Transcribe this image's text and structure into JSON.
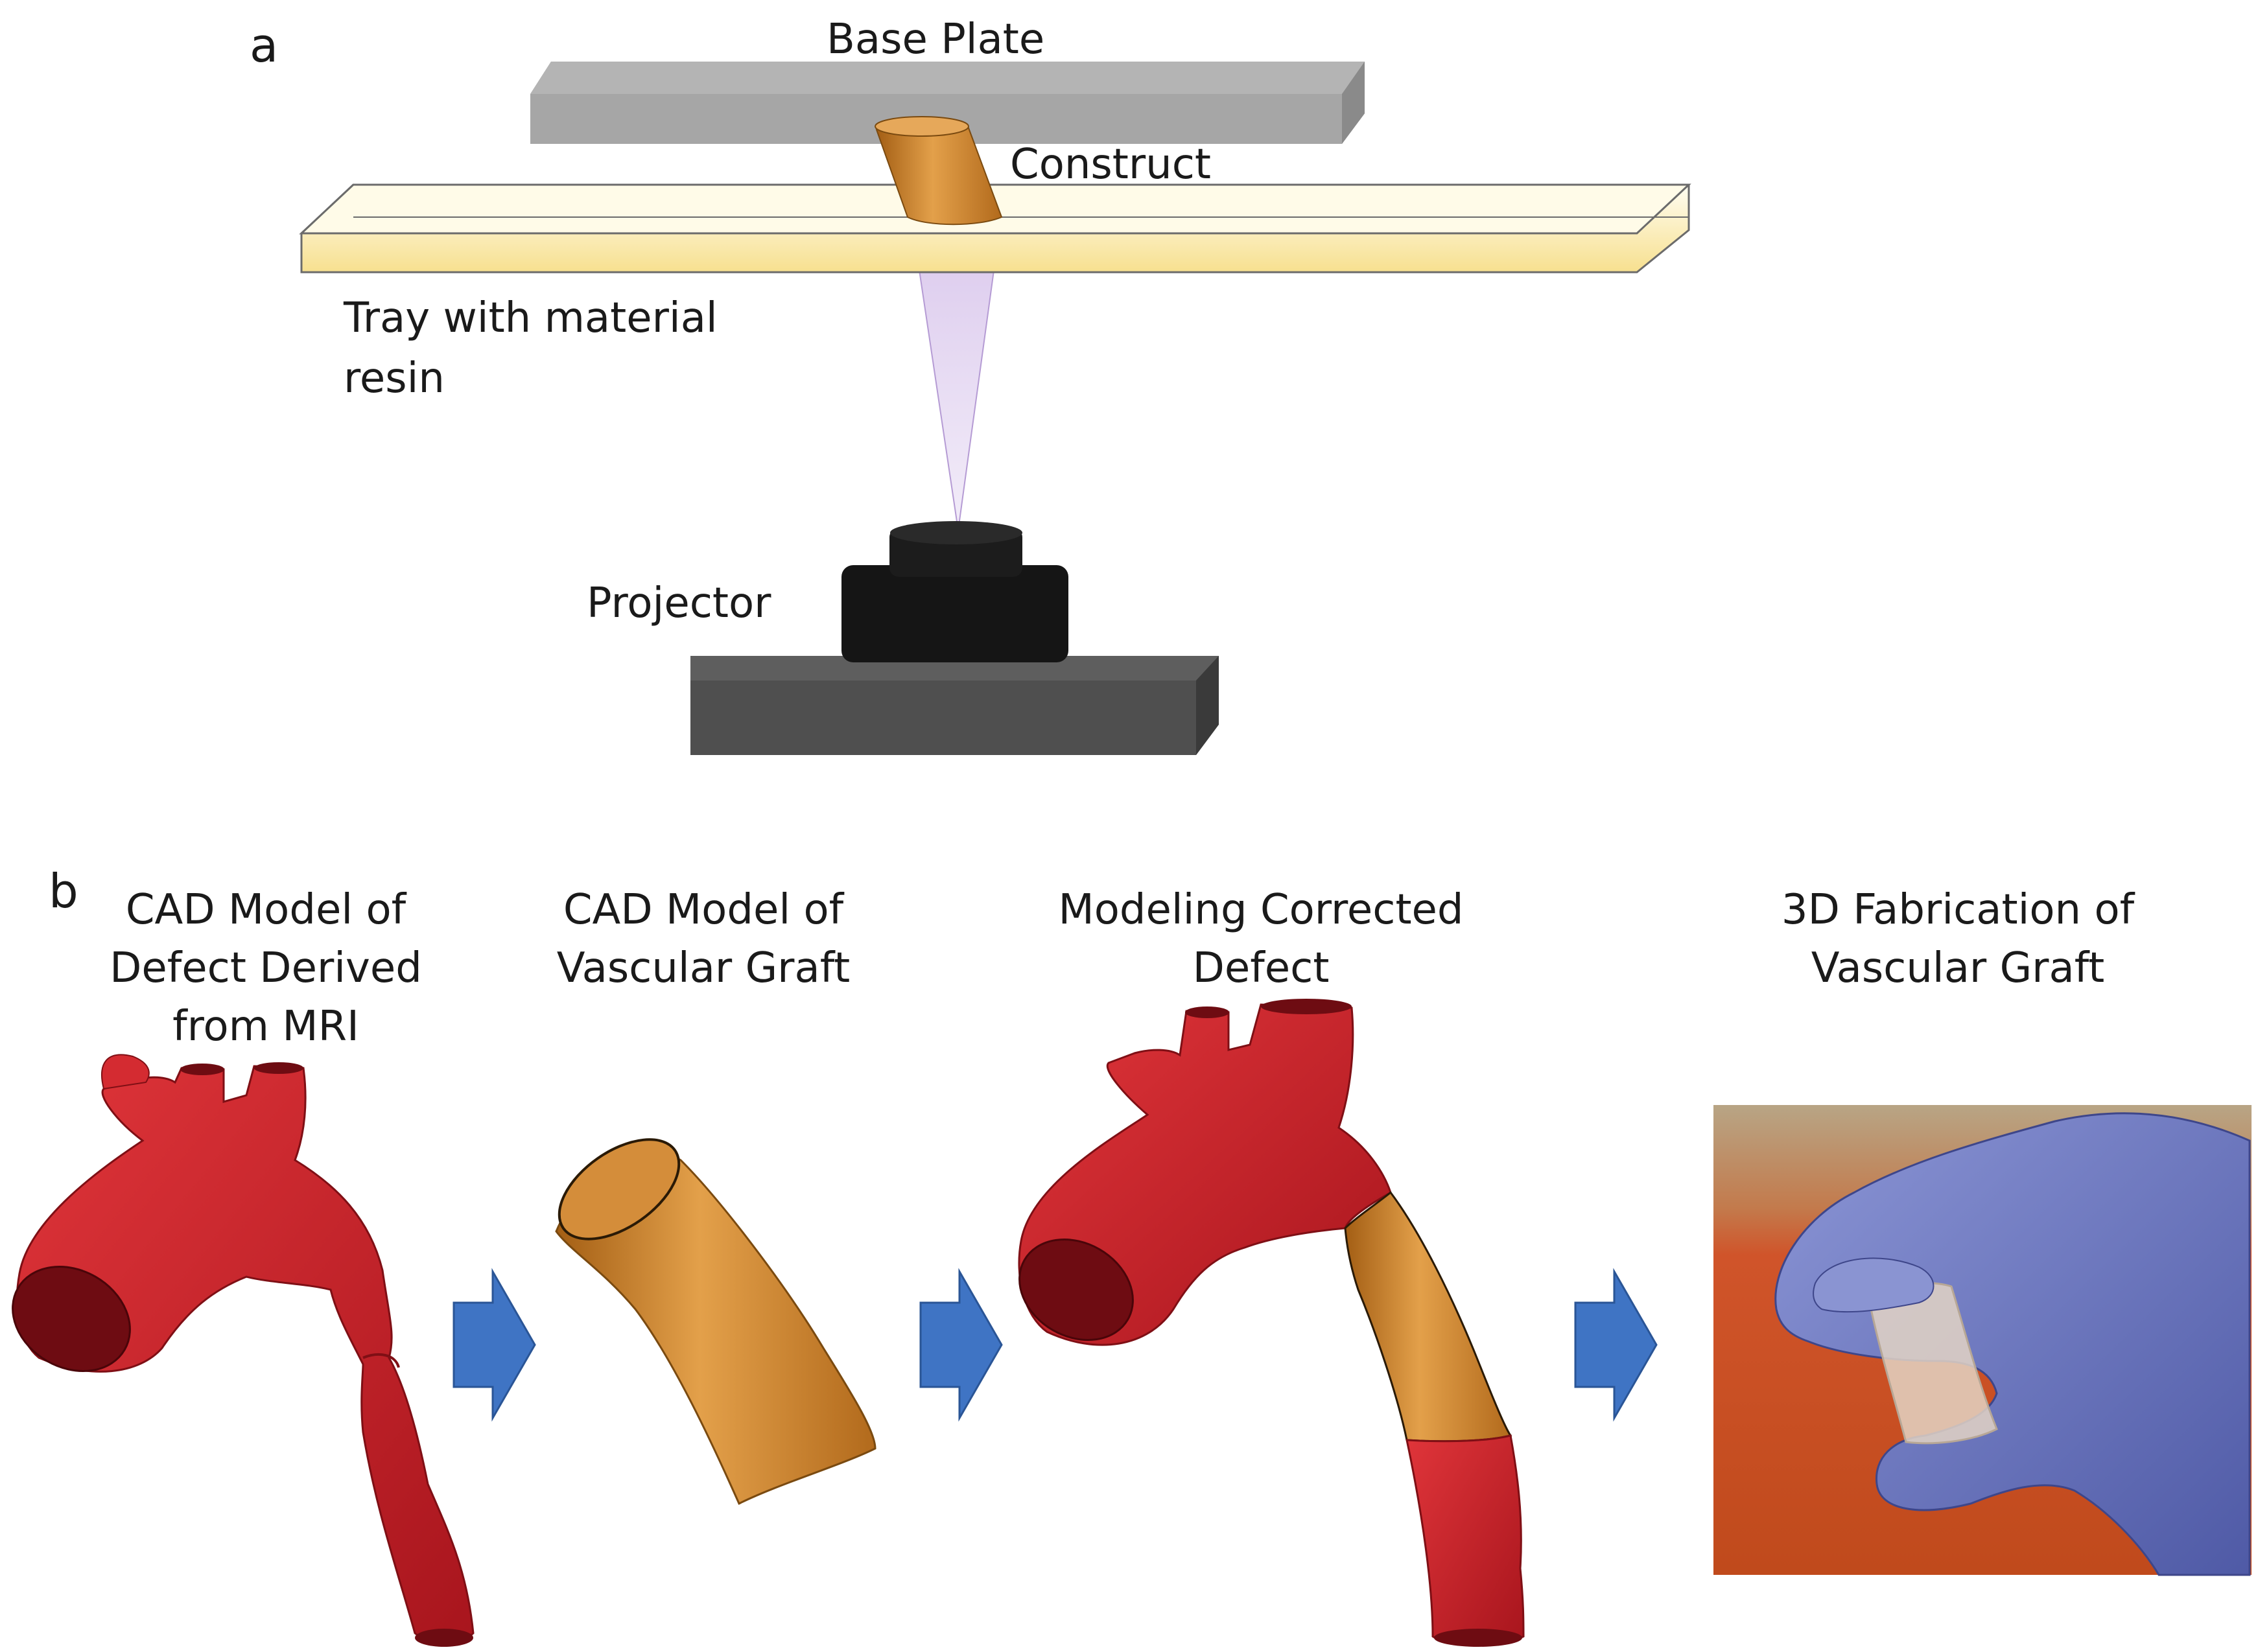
{
  "panel_a": {
    "letter": "a",
    "labels": {
      "base_plate": "Base Plate",
      "construct": "Construct",
      "tray_line1": "Tray with material",
      "tray_line2": "resin",
      "projector": "Projector"
    }
  },
  "panel_b": {
    "letter": "b",
    "steps": [
      {
        "title_lines": [
          "CAD Model of",
          "Defect Derived",
          "from MRI"
        ]
      },
      {
        "title_lines": [
          "CAD Model of",
          "Vascular Graft"
        ]
      },
      {
        "title_lines": [
          "Modeling Corrected",
          "Defect"
        ]
      },
      {
        "title_lines": [
          "3D Fabrication of",
          "Vascular Graft"
        ]
      }
    ]
  },
  "colors": {
    "aorta_red": "#c8232b",
    "graft_orange": "#d98a2b",
    "arrow_blue": "#3f74c4",
    "plate_gray": "#a8a8a8",
    "projector_dark": "#1f1f1f",
    "tray_yellow": "#fbe7a8",
    "beam_violet": "#c9b3e0",
    "glove_blue": "#7b86c9",
    "photo_bg_orange": "#c9501f"
  }
}
